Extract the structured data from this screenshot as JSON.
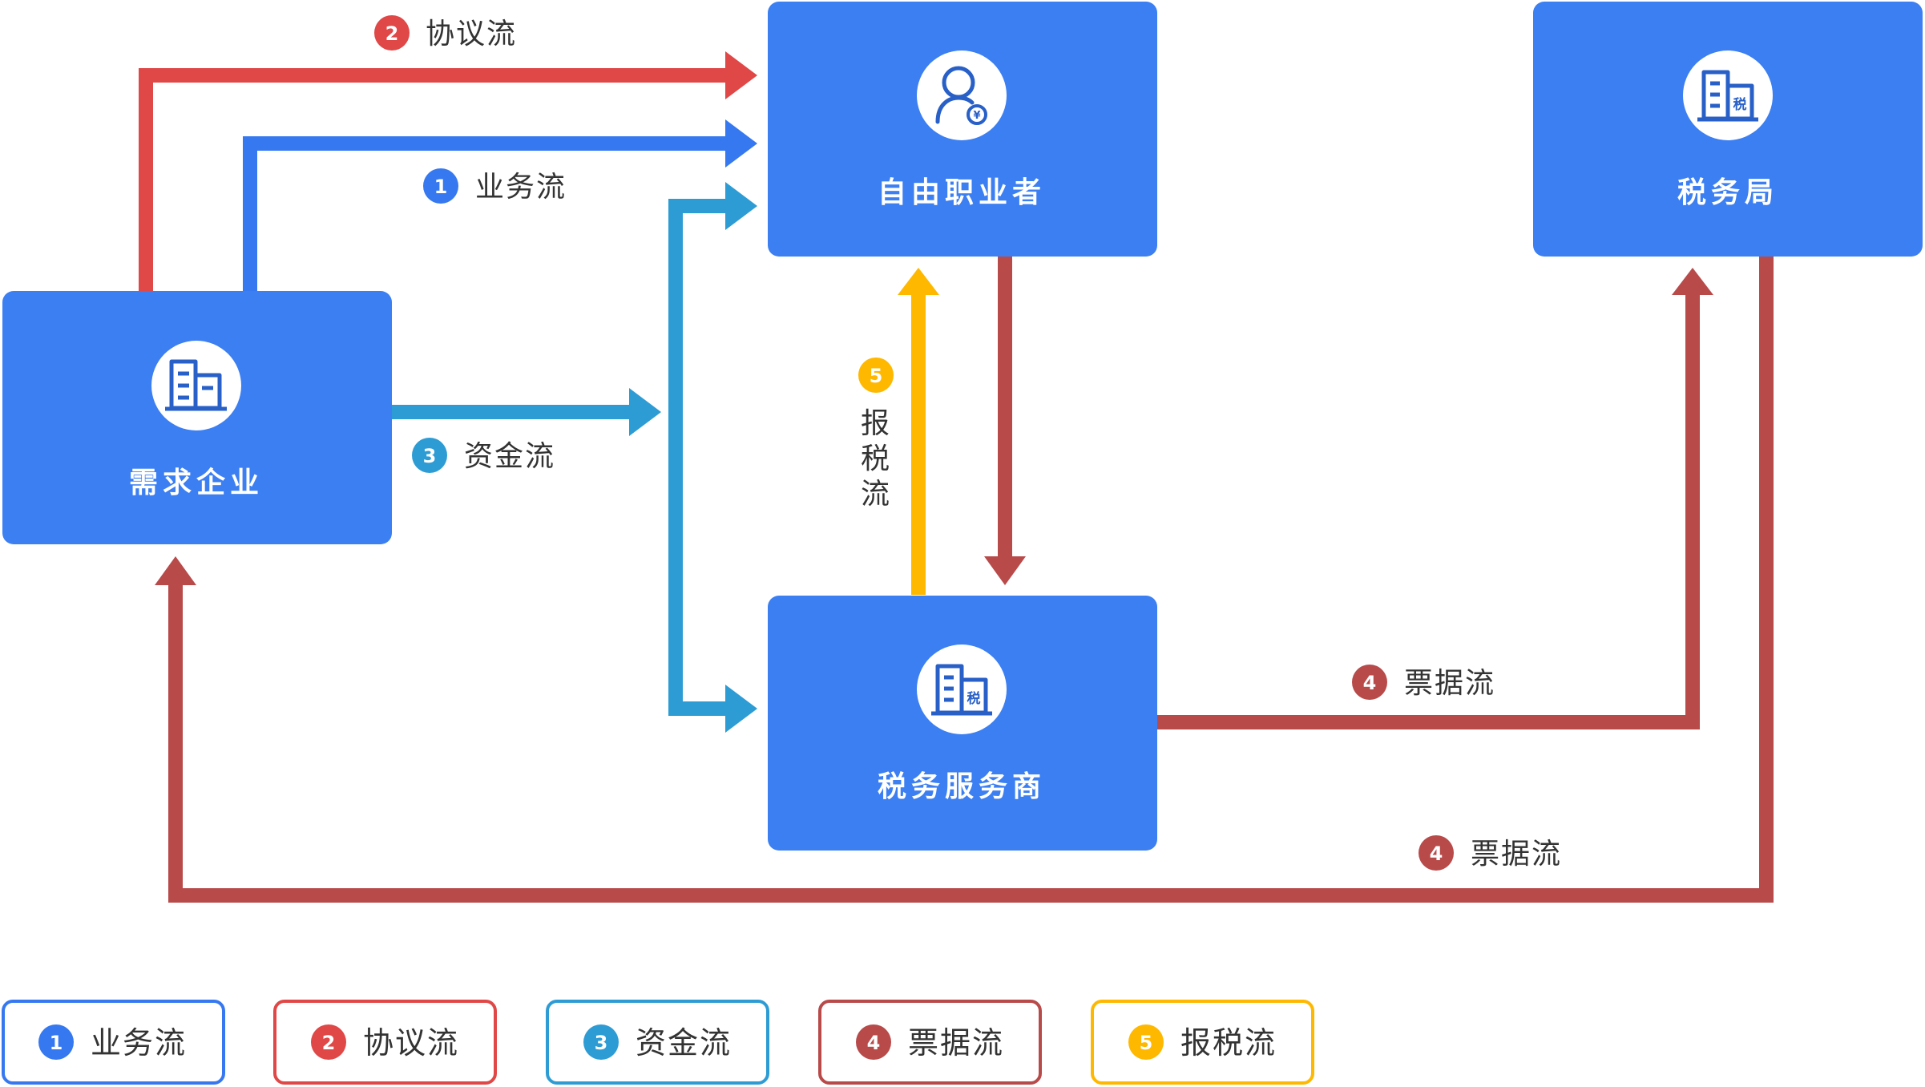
{
  "colors": {
    "node_fill": "#3B7FF2",
    "business": "#3578F0",
    "agreement": "#E04747",
    "funds": "#2E9CD4",
    "invoice": "#B84A4A",
    "tax_filing": "#FFB800"
  },
  "nodes": {
    "enterprise": {
      "title": "需求企业",
      "icon": "office-building-icon"
    },
    "freelancer": {
      "title": "自由职业者",
      "icon": "user-yen-icon"
    },
    "tax_bureau": {
      "title": "税务局",
      "icon": "tax-building-icon"
    },
    "tax_provider": {
      "title": "税务服务商",
      "icon": "tax-building-icon"
    }
  },
  "flows": {
    "agreement": {
      "num": "2",
      "label": "协议流"
    },
    "business": {
      "num": "1",
      "label": "业务流"
    },
    "funds": {
      "num": "3",
      "label": "资金流"
    },
    "tax_filing": {
      "num": "5",
      "label": "报税流",
      "chars": [
        "报",
        "税",
        "流"
      ]
    },
    "invoice_to_bureau": {
      "num": "4",
      "label": "票据流"
    },
    "invoice_to_enterprise": {
      "num": "4",
      "label": "票据流"
    }
  },
  "legend": [
    {
      "num": "1",
      "label": "业务流"
    },
    {
      "num": "2",
      "label": "协议流"
    },
    {
      "num": "3",
      "label": "资金流"
    },
    {
      "num": "4",
      "label": "票据流"
    },
    {
      "num": "5",
      "label": "报税流"
    }
  ]
}
